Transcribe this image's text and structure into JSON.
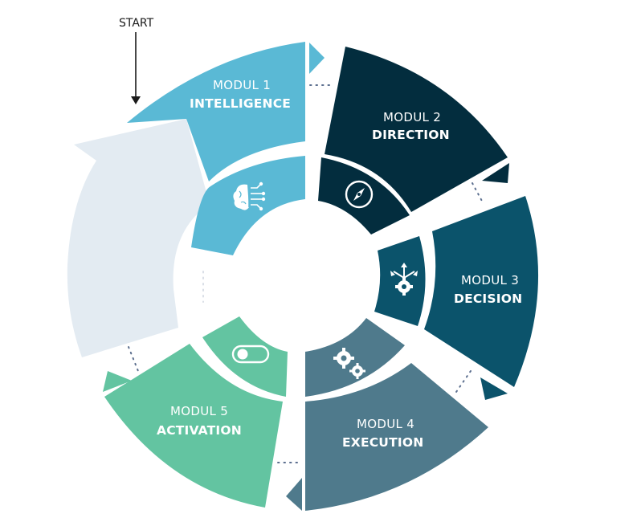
{
  "start": {
    "label": "START"
  },
  "modules": [
    {
      "id": 1,
      "label": "MODUL 1",
      "title": "INTELLIGENCE",
      "color": "#5ab9d5",
      "icon": "brain-circuit-icon"
    },
    {
      "id": 2,
      "label": "MODUL 2",
      "title": "DIRECTION",
      "color": "#032d3e",
      "icon": "compass-icon"
    },
    {
      "id": 3,
      "label": "MODUL 3",
      "title": "DECISION",
      "color": "#0b536b",
      "icon": "decision-arrows-gear-icon"
    },
    {
      "id": 4,
      "label": "MODUL 4",
      "title": "EXECUTION",
      "color": "#4f7a8c",
      "icon": "gears-icon"
    },
    {
      "id": 5,
      "label": "MODUL 5",
      "title": "ACTIVATION",
      "color": "#63c4a1",
      "icon": "toggle-switch-icon"
    }
  ],
  "colors": {
    "return_arrow": "#e3ebf2",
    "connector_dots": "#5c6f8f",
    "icon_stroke": "#ffffff"
  }
}
